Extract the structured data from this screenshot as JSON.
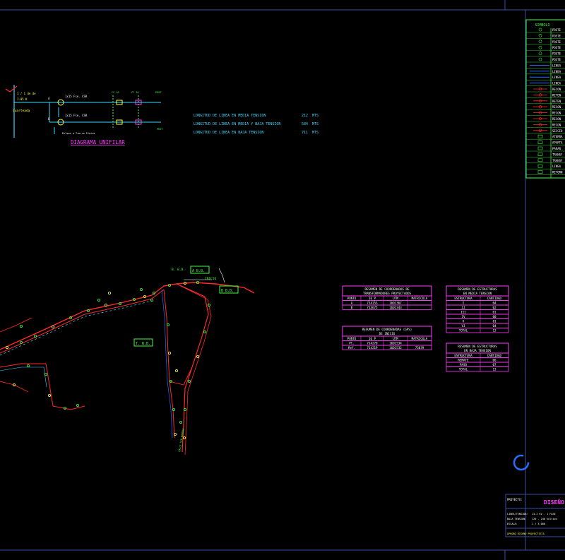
{
  "colors": {
    "background": "#000000",
    "frame": "#3a4ea8",
    "magenta": "#ff3cff",
    "green": "#3cff3c",
    "cyan": "#3cd8ff",
    "yellow": "#ffff3c",
    "red": "#ff2a2a",
    "white": "#ffffff",
    "blue": "#2a6cff"
  },
  "legend": {
    "title": "SIMBOLO",
    "symbol_icons": [
      "pole-circle",
      "pole-circle-cross",
      "pole-circle-x",
      "pole-diamond",
      "pole-circle",
      "pole-dot",
      "blue-line",
      "blue-line",
      "blue-line",
      "blue-line",
      "red-chain",
      "red-tee",
      "red-cross",
      "red-chain",
      "red-chain",
      "red-chain",
      "red-split",
      "red-split",
      "green-bar",
      "green-t",
      "green-arrow",
      "green-fuse",
      "green-box",
      "green-box",
      "green-flag"
    ],
    "rows": [
      "POSTE",
      "POSTE",
      "POSTE",
      "POSTE",
      "POSTE",
      "POSTE",
      "LINEA",
      "LINEA",
      "LINEA",
      "LINEA",
      "RECON",
      "RETEN",
      "RETEN",
      "RECON",
      "RECON",
      "RECON",
      "RECON",
      "SECCIO",
      "ATERRA",
      "APARTA",
      "PARAR",
      "TRANSF",
      "TRANSF",
      "LINEA",
      "RETORN"
    ]
  },
  "diagram": {
    "title": "DIAGRAMA UNIFILAR",
    "source_labels": [
      "1 / 1 de de",
      "1.05 K",
      "Cuarteada"
    ],
    "branch_a_label": "A",
    "branch_b_label": "B",
    "branch_a_text": "1x15 Fse. CSR",
    "branch_b_text": "1x15 Fse. CSR",
    "bus_text": "Enlace a Tierra Física",
    "cut_labels": [
      "CC 10",
      "CC 10"
    ],
    "end_labels": [
      "PROT",
      "PROT"
    ]
  },
  "lengths": [
    {
      "label": "LONGITUD DE LINEA EN MEDIA TENSION",
      "value": "212",
      "unit": "MTS"
    },
    {
      "label": "LONGITUD DE LINEA EN MEDIA Y BAJA TENSION",
      "value": "584",
      "unit": "MTS"
    },
    {
      "label": "LONGITUD DE LINEA EN BAJA TENSION",
      "value": "711",
      "unit": "MTS"
    }
  ],
  "coords_table": {
    "title_line1": "RESUMEN DE COORDENADAS DE",
    "title_line2": "TRANSFORMADORES PROYECTADOS",
    "headers": [
      "PUNTO",
      "16 P",
      "UTM",
      "MATRICULA"
    ],
    "rows": [
      [
        "A",
        "714153",
        "1601367",
        ""
      ],
      [
        "B",
        "713675",
        "1601343",
        ""
      ]
    ]
  },
  "gps_table": {
    "title_line1": "RESUMEN DE COORDENADAS (GPS)",
    "title_line2": "DE INICIO",
    "headers": [
      "PUNTO",
      "16 P",
      "UTM",
      "MATRICULA"
    ],
    "rows": [
      [
        "Pt.",
        "714270",
        "1601534",
        ""
      ],
      [
        "Ref.",
        "714219",
        "1601532",
        "75039"
      ]
    ]
  },
  "mt_table": {
    "title_line1": "RESUMEN DE ESTRUCTURAS",
    "title_line2": "EN MEDIA TENSION",
    "headers": [
      "ESTRUCTURA",
      "CANTIDAD"
    ],
    "rows": [
      [
        "I",
        "04"
      ],
      [
        "II",
        "02"
      ],
      [
        "III",
        "01"
      ],
      [
        "IV",
        "00"
      ],
      [
        "V",
        "01"
      ],
      [
        "VI",
        "04"
      ],
      [
        "TOTAL",
        "13"
      ]
    ]
  },
  "bt_table": {
    "title_line1": "RESUMEN DE ESTRUCTURAS",
    "title_line2": "EN BAJA TENSION",
    "headers": [
      "ESTRUCTURA",
      "CANTIDAD"
    ],
    "rows": [
      [
        "REMATE",
        "06"
      ],
      [
        "PASO",
        "07"
      ],
      [
        "TOTAL",
        "13"
      ]
    ]
  },
  "map": {
    "transformer_labels": [
      "A  B.B.",
      "B  B.B.",
      "T.  B.B.",
      "B.  B.B."
    ],
    "start_label": "INICIO",
    "road_label": "CALLE SIN NOMBRE",
    "north_icon": "north-circle-icon"
  },
  "title_block": {
    "project_label": "PROYECTO:",
    "design_label": "DISEÑO",
    "rows": [
      {
        "k": "LINEA/TENSION:",
        "v": "13.2 KV - 1 FASE"
      },
      {
        "k": "BAJA TENSION:",
        "v": "120 - 240 Voltios"
      },
      {
        "k": "ESCALA:",
        "v": "1 / 3,000"
      }
    ],
    "approved": "APROBÓ DISEÑO PROYECTISTA"
  }
}
